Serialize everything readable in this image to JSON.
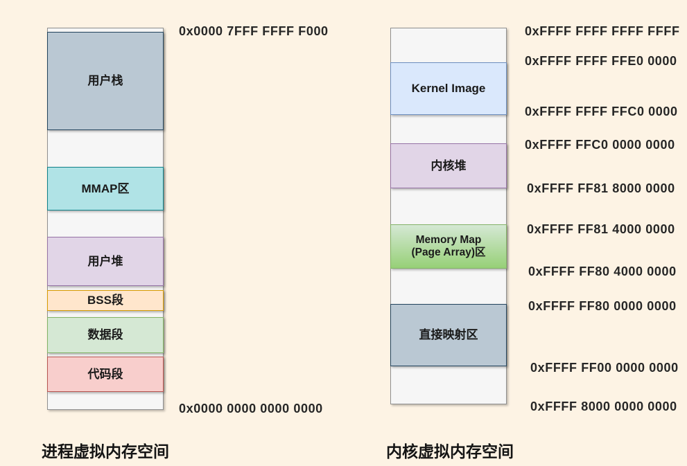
{
  "page": {
    "background_color": "#fdf3e4",
    "text_color": "#262626"
  },
  "process_space": {
    "title": "进程虚拟内存空间",
    "top_address": "0x0000 7FFF FFFF F000",
    "bottom_address": "0x0000 0000 0000 0000",
    "segments": [
      {
        "name": "user-stack",
        "label": "用户栈",
        "fill": "#bac8d3",
        "border": "#23445d"
      },
      {
        "name": "mmap-area",
        "label": "MMAP区",
        "fill": "#b0e3e6",
        "border": "#0e8088"
      },
      {
        "name": "user-heap",
        "label": "用户堆",
        "fill": "#e1d5e7",
        "border": "#9673a6"
      },
      {
        "name": "bss-segment",
        "label": "BSS段",
        "fill": "#ffe6cc",
        "border": "#d79b00"
      },
      {
        "name": "data-segment",
        "label": "数据段",
        "fill": "#d5e8d4",
        "border": "#82b366"
      },
      {
        "name": "code-segment",
        "label": "代码段",
        "fill": "#f8cecc",
        "border": "#b85450"
      }
    ]
  },
  "kernel_space": {
    "title": "内核虚拟内存空间",
    "segments": [
      {
        "name": "kernel-image",
        "label": "Kernel Image",
        "fill": "#dae8fc",
        "border": "#6c8ebf"
      },
      {
        "name": "kernel-heap",
        "label": "内核堆",
        "fill": "#e1d5e7",
        "border": "#9673a6"
      },
      {
        "name": "memory-map-page-array-area",
        "label": "Memory Map (Page Array)区",
        "fill_top": "#d5e8d4",
        "fill_bottom": "#97d077",
        "border": "#82b366"
      },
      {
        "name": "direct-mapping-area",
        "label": "直接映射区",
        "fill": "#bac8d3",
        "border": "#23445d"
      }
    ],
    "addresses": [
      "0xFFFF FFFF FFFF FFFF",
      "0xFFFF FFFF FFE0 0000",
      "0xFFFF FFFF FFC0 0000",
      "0xFFFF FFC0 0000 0000",
      "0xFFFF FF81 8000 0000",
      "0xFFFF FF81 4000 0000",
      "0xFFFF FF80 4000 0000",
      "0xFFFF FF80 0000 0000",
      "0xFFFF FF00 0000 0000",
      "0xFFFF 8000 0000 0000"
    ]
  }
}
